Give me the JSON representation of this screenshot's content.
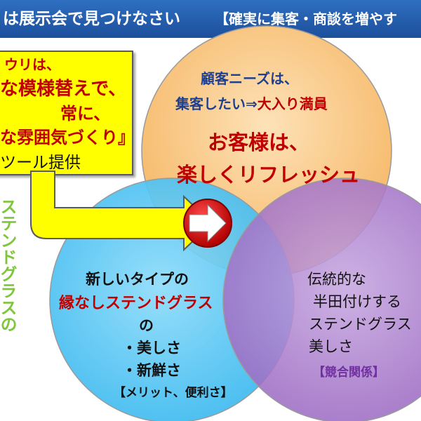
{
  "header": {
    "title": "は展示会で見つけなさい",
    "subtitle": "【確実に集客・商談を増やす"
  },
  "yellow_box": {
    "line1": "ウリは、",
    "line2": "な模様替えで、",
    "line3": "常に、",
    "line4": "な雰囲気づくり』",
    "line5": "ツール提供"
  },
  "side_text": "ステンドグラスの",
  "circle_top": {
    "line1": "顧客ニーズは、",
    "line2_prefix": "集客したい⇒",
    "line2_highlight": "大入り満員",
    "big1": "お客様は、",
    "big2": "楽しくリフレッシュ"
  },
  "circle_left": {
    "line1": "新しいタイプの",
    "line2": "縁なしステンドグラス",
    "line3": "の",
    "line4": "・美しさ",
    "line5": "・新鮮さ",
    "line6": "【メリット、便利さ】"
  },
  "circle_right": {
    "line1": "伝統的な",
    "line2": "半田付けする",
    "line3": "ステンドグラス",
    "line4": "美しさ",
    "line5": "【競合関係】"
  },
  "colors": {
    "header_blue": "#2f6fc0",
    "yellow": "#ffff00",
    "orange_circle": "#f7c68a",
    "blue_circle": "#58c8f5",
    "purple_circle": "#a87bc9",
    "accent_red": "#c00000",
    "green_text": "#7ec63a"
  },
  "icons": {
    "arrow": "right-arrow-icon"
  }
}
